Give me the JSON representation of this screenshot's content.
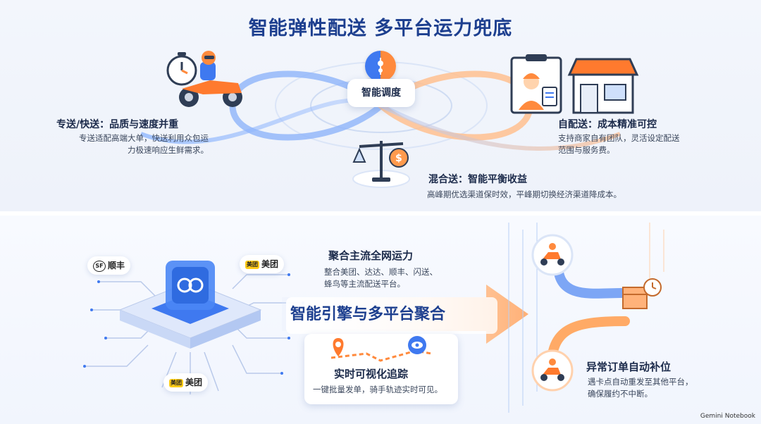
{
  "title": "智能弹性配送 多平台运力兜底",
  "hub": {
    "label": "智能调度"
  },
  "top": {
    "left": {
      "heading": "专送/快送：品质与速度并重",
      "line1": "专送适配高端大单，快送利用众包运",
      "line2": "力极速响应生鲜需求。"
    },
    "right": {
      "heading": "自配送：成本精准可控",
      "line1": "支持商家自有团队，灵活设定配送",
      "line2": "范围与服务费。"
    },
    "bottom": {
      "heading": "混合送：智能平衡收益",
      "line1": "高峰期优选渠道保时效，平峰期切换经济渠道降成本。"
    }
  },
  "engine": {
    "heading": "聚合主流全网运力",
    "line1": "整合美团、达达、顺丰、闪送、",
    "line2": "蜂鸟等主流配送平台。",
    "banner": "智能引擎与多平台聚合",
    "badges": {
      "sf_logo": "SF",
      "sf": "顺丰",
      "mt_chip": "美团",
      "mt1": "美团",
      "mt2": "美团"
    }
  },
  "tracking": {
    "heading": "实时可视化追踪",
    "line1": "一键批量发单，骑手轨迹实时可见。"
  },
  "exception": {
    "heading": "异常订单自动补位",
    "line1": "遇卡点自动重发至其他平台，",
    "line2": "确保履约不中断。"
  },
  "watermark": "Gemini Notebook",
  "colors": {
    "blue": "#3f79f0",
    "orange": "#ff8a3d",
    "navy": "#1d3f8f"
  }
}
